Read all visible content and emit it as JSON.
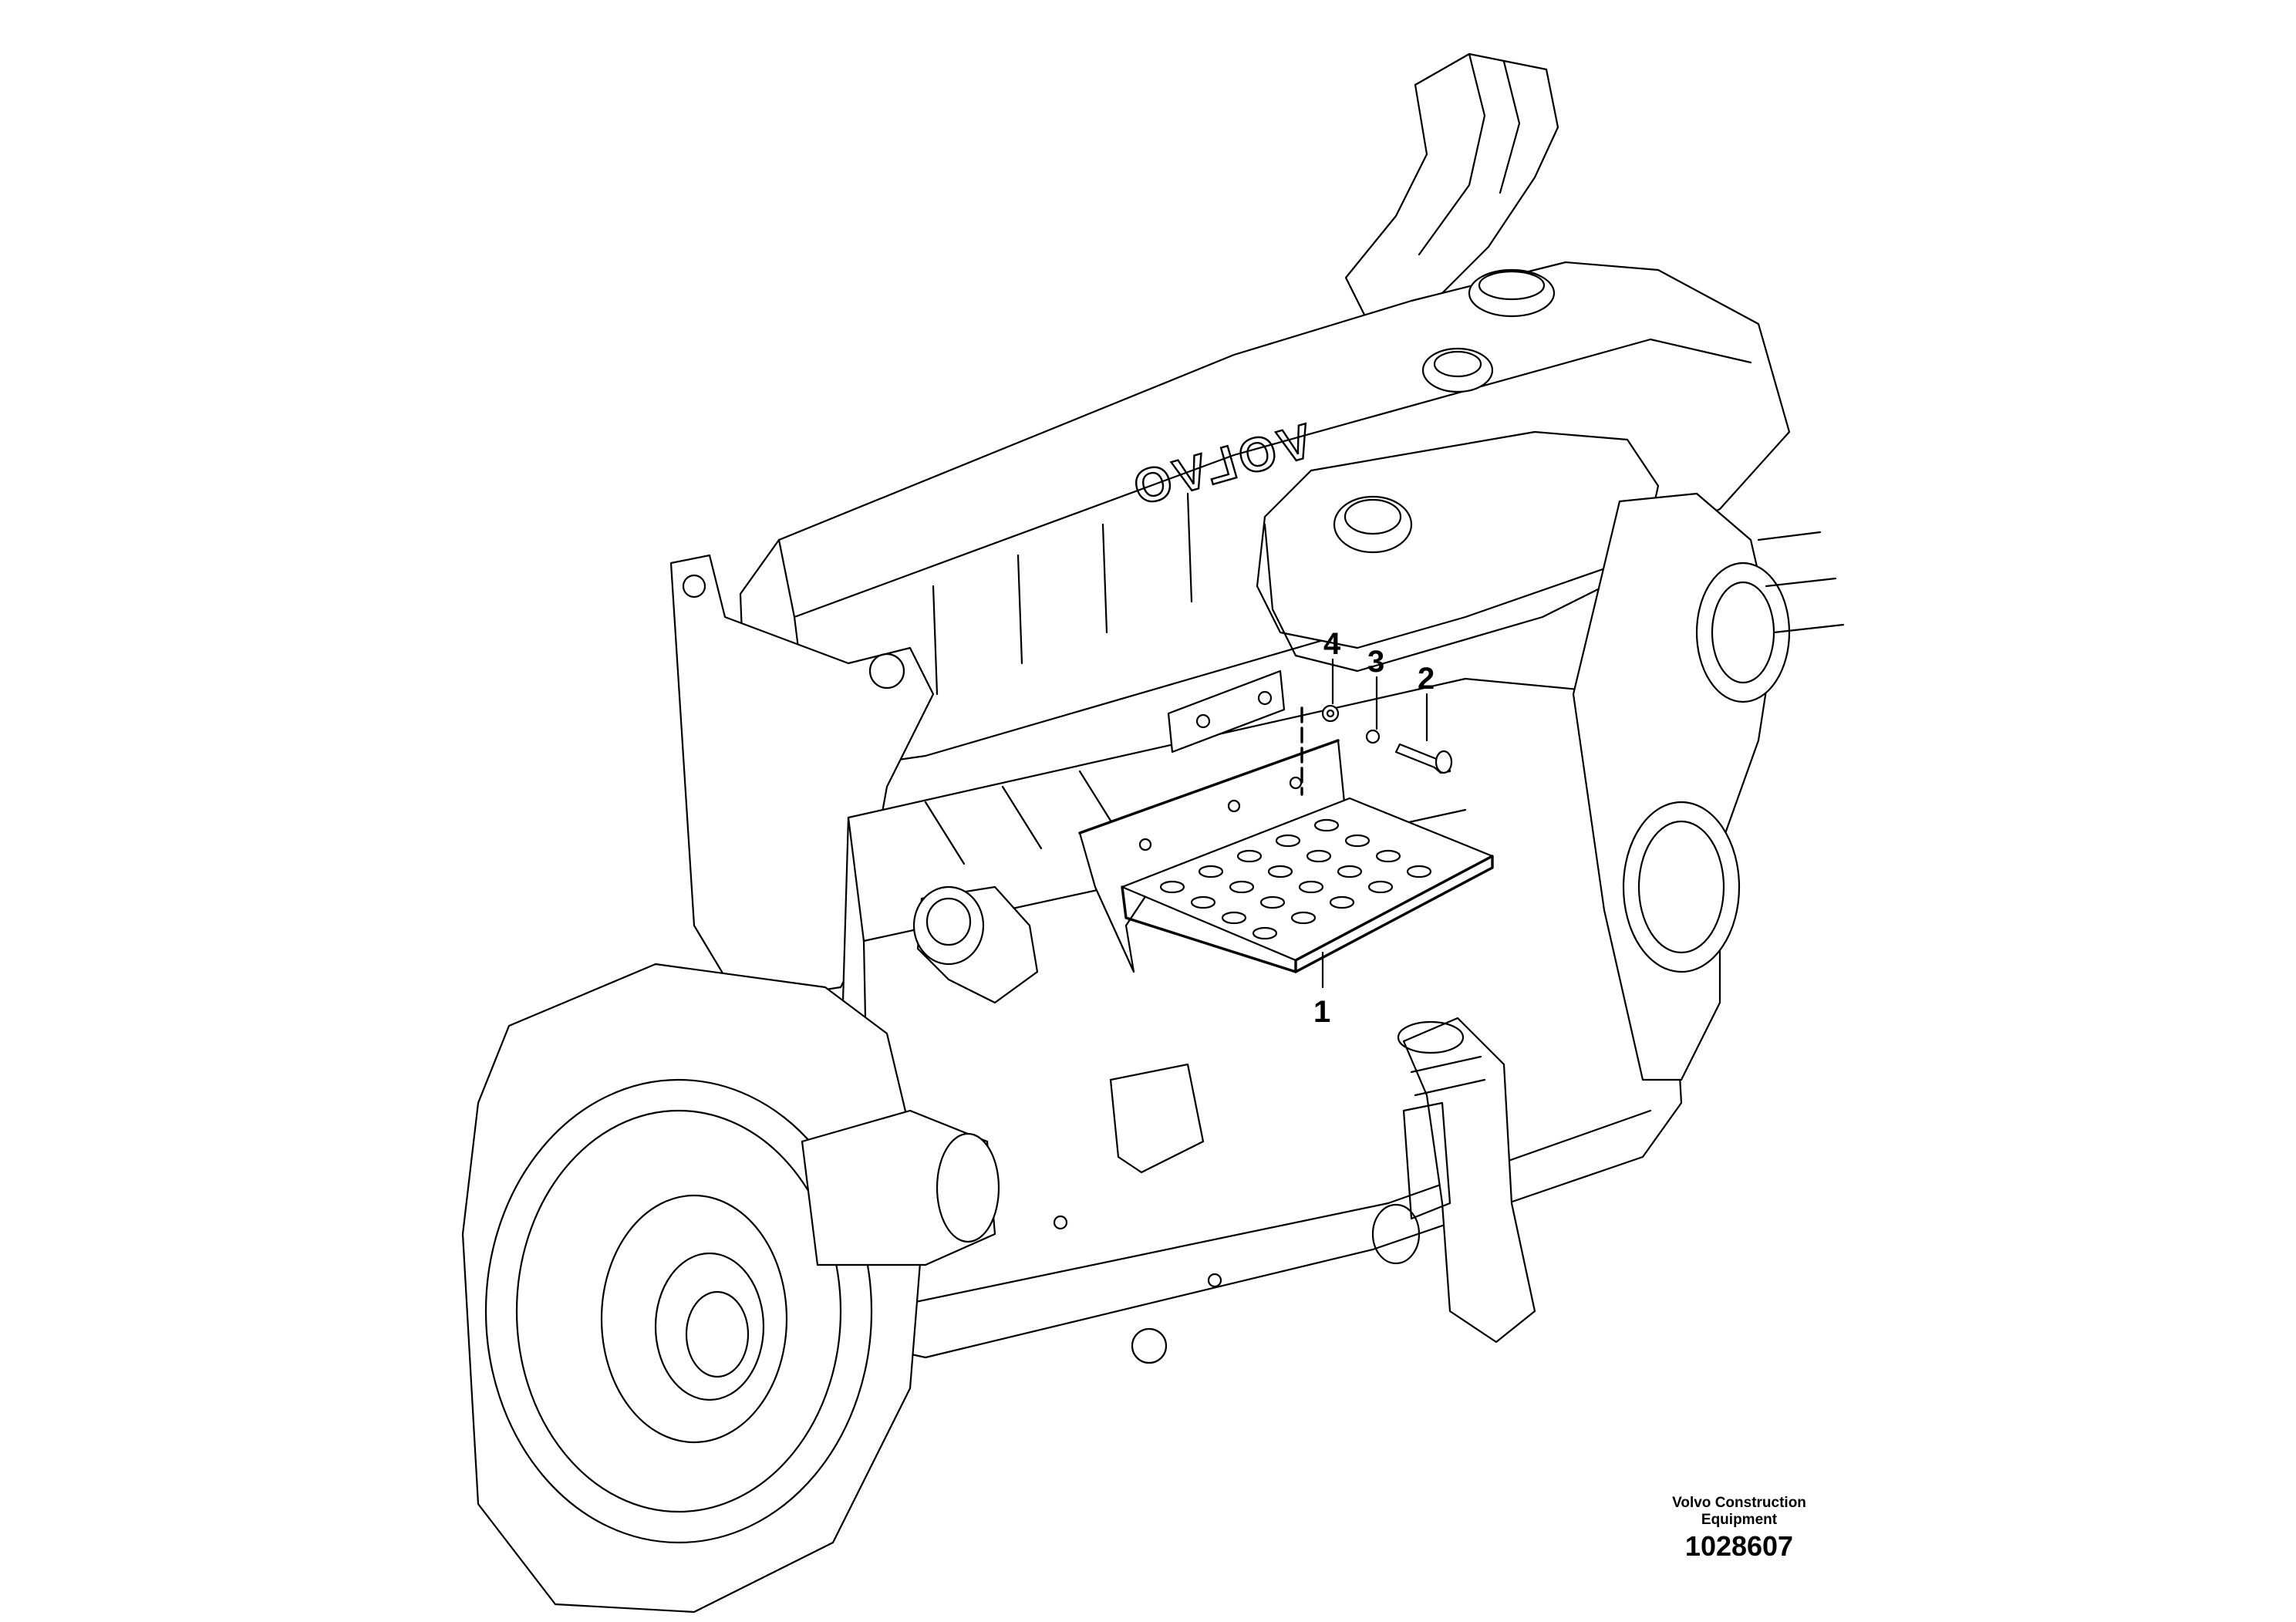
{
  "callouts": [
    {
      "id": "1",
      "text": "1"
    },
    {
      "id": "2",
      "text": "2"
    },
    {
      "id": "3",
      "text": "3"
    },
    {
      "id": "4",
      "text": "4"
    }
  ],
  "engine_logo": "VOLVO",
  "footer": {
    "brand_line1": "Volvo Construction",
    "brand_line2": "Equipment",
    "reference_number": "1028607"
  }
}
